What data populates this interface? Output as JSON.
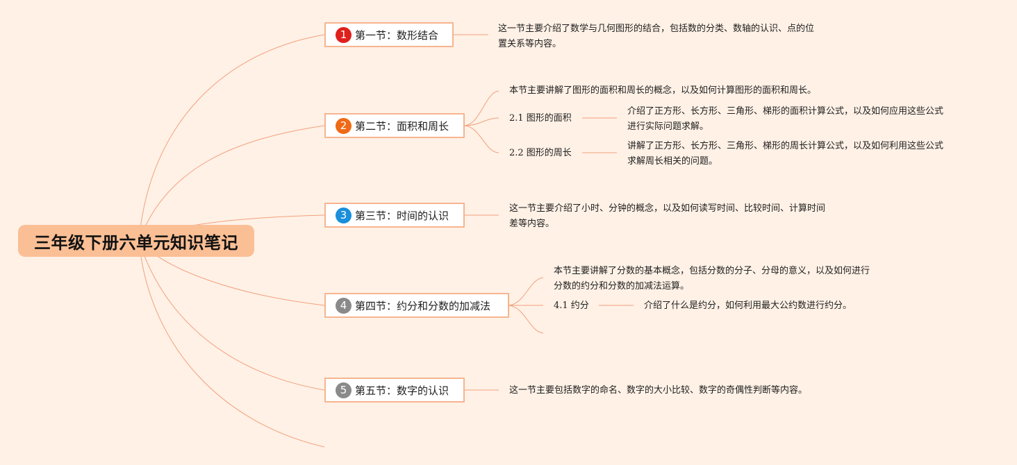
{
  "root": {
    "title": "三年级下册六单元知识笔记"
  },
  "colors": {
    "background": "#fff1e6",
    "root_fill": "#fbbf95",
    "topic_border": "#f7b48f",
    "connector": "#f2a07c"
  },
  "topics": [
    {
      "badge": "1",
      "badge_color": "#e0201c",
      "label": "第一节：数形结合",
      "note_lines": [
        "这一节主要介绍了数学与几何图形的结合，包括数的分类、数轴的认识、点的位",
        "置关系等内容。"
      ]
    },
    {
      "badge": "2",
      "badge_color": "#ef6a16",
      "label": "第二节：面积和周长",
      "note_lines": [
        "本节主要讲解了图形的面积和周长的概念，以及如何计算图形的面积和周长。"
      ],
      "subtopics": [
        {
          "label": "2.1 图形的面积",
          "note_lines": [
            "介绍了正方形、长方形、三角形、梯形的面积计算公式，以及如何应用这些公式",
            "进行实际问题求解。"
          ]
        },
        {
          "label": "2.2 图形的周长",
          "note_lines": [
            "讲解了正方形、长方形、三角形、梯形的周长计算公式，以及如何利用这些公式",
            "求解周长相关的问题。"
          ]
        }
      ]
    },
    {
      "badge": "3",
      "badge_color": "#1a8fdc",
      "label": "第三节：时间的认识",
      "note_lines": [
        "这一节主要介绍了小时、分钟的概念，以及如何读写时间、比较时间、计算时间",
        "差等内容。"
      ]
    },
    {
      "badge": "4",
      "badge_color": "#8a8a8a",
      "label": "第四节：约分和分数的加减法",
      "note_lines": [
        "本节主要讲解了分数的基本概念，包括分数的分子、分母的意义，以及如何进行",
        "分数的约分和分数的加减法运算。"
      ],
      "subtopics": [
        {
          "label": "4.1 约分",
          "note_lines": [
            "介绍了什么是约分，如何利用最大公约数进行约分。"
          ]
        }
      ]
    },
    {
      "badge": "5",
      "badge_color": "#8a8a8a",
      "label": "第五节：数字的认识",
      "note_lines": [
        "这一节主要包括数字的命名、数字的大小比较、数字的奇偶性判断等内容。"
      ]
    }
  ]
}
